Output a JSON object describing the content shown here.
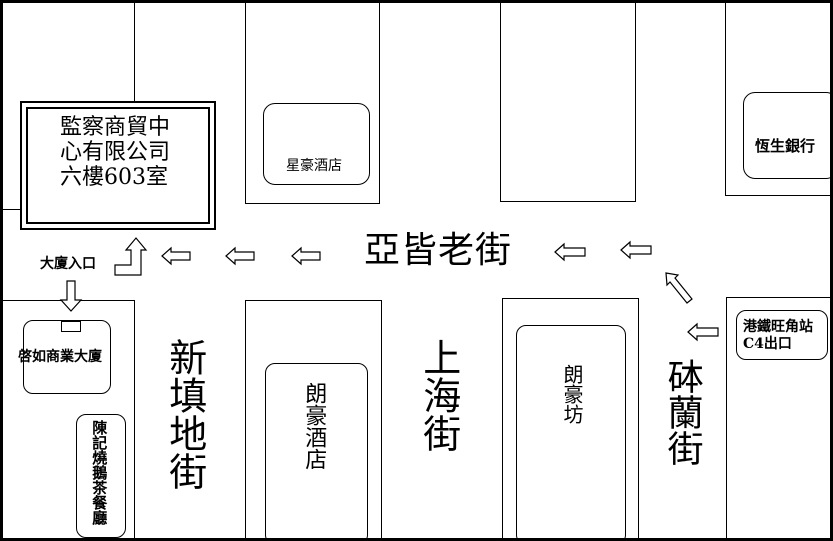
{
  "destination": {
    "line1": "監察商貿中",
    "line2": "心有限公司",
    "line3": "六樓603室"
  },
  "streets": {
    "a_kai_lo": "亞皆老街",
    "sun_tin": "新填地街",
    "shanghai": "上海街",
    "sai_yeung_choi": "砵蘭街"
  },
  "buildings": {
    "star_hotel": "星豪酒店",
    "hang_seng": "恆生銀行",
    "kai_yue": "啓如商業大廈",
    "chan_kee": "陳記燒鵝茶餐廳",
    "langham_hotel": "朗豪酒店",
    "langham_place": "朗豪坊",
    "mtr_exit_line1": "港鐵旺角站",
    "mtr_exit_line2": "C4出口"
  },
  "labels": {
    "entrance": "大廈入口"
  }
}
